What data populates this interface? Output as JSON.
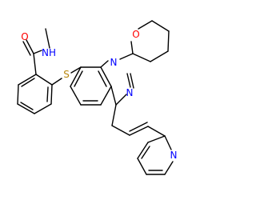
{
  "atom_labels": {
    "amide_n": "NH",
    "methyl": "",
    "carbonyl_o": "O",
    "sulfur": "S",
    "indazole_n1": "N",
    "indazole_n2": "N",
    "oxane_o": "O",
    "pyridine_n": "N"
  },
  "colors": {
    "bond": "#000000",
    "nitrogen": "#0000ff",
    "oxygen": "#ff0000",
    "sulfur": "#b8860b",
    "carbon": "#000000"
  }
}
